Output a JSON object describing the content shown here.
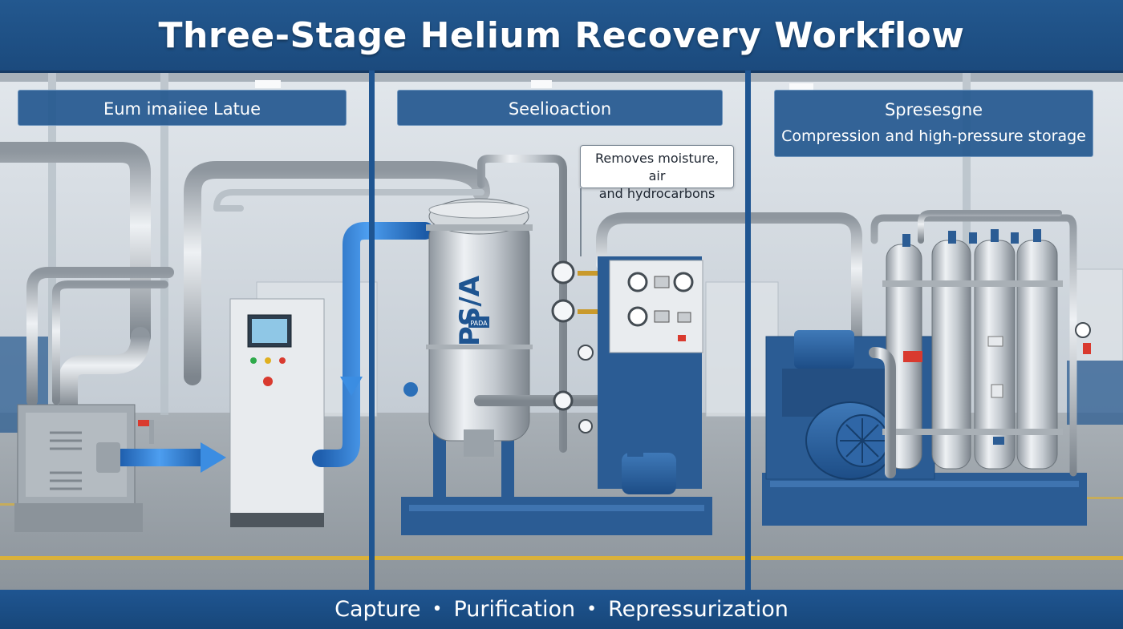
{
  "title": "Three-Stage Helium Recovery Workflow",
  "stages": [
    {
      "label": "Eum imaiiee Latue"
    },
    {
      "label": "Seelioaction",
      "callout": [
        "Removes moisture, air",
        "and hydrocarbons"
      ],
      "vessel_text": "PS/A",
      "vessel_tag": "PADA"
    },
    {
      "label": "Spresesgne",
      "sublabel": "Compression and high-pressure storage"
    }
  ],
  "footer": {
    "items": [
      "Capture",
      "Purification",
      "Repressurization"
    ],
    "separator": "•"
  },
  "colors": {
    "header_blue": "#1f5591",
    "label_blue": "#24588f",
    "process_pipe_blue": "#2f7fd6",
    "equipment_blue": "#2b5c94",
    "floor_stripe": "#d9b13a",
    "stainless": "#c7ccd1"
  }
}
